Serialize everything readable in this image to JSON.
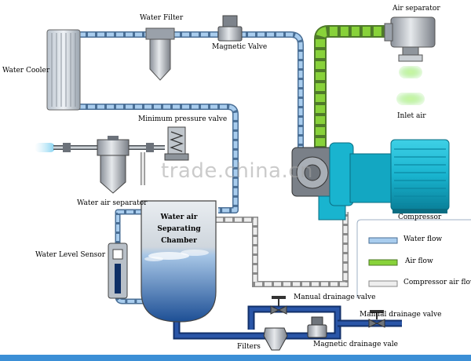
{
  "title": "",
  "labels": {
    "water_cooler": "Water Cooler",
    "water_filter": "Water Filter",
    "magnetic_valve": "Magnetic Valve",
    "air_separator": "Air separator",
    "inlet_air": "Inlet air",
    "minimum_pressure_valve": "Minimum pressure valve",
    "water_air_separator": "Water air separator",
    "chamber_line1": "Water air",
    "chamber_line2": "Separating",
    "chamber_line3": "Chamber",
    "water_level_sensor": "Water Level Sensor",
    "compressor": "Compressor",
    "manual_drainage_valve_1": "Manual drainage valve",
    "manual_drainage_valve_2": "Manual drainage valve",
    "filters": "Filters",
    "magnetic_drainage_valve": "Magnetic drainage vale"
  },
  "legend": [
    {
      "label": "Water flow",
      "kind": "water"
    },
    {
      "label": "Air flow",
      "kind": "air"
    },
    {
      "label": "Compressor air flow",
      "kind": "compressor-air"
    }
  ],
  "watermark": "trade.china.cn",
  "colors": {
    "water_pipe": "#8fb8de",
    "water_pipe_edge": "#4a6f96",
    "air_pipe": "#88d23a",
    "air_pipe_edge": "#4f7a2a",
    "compressor_pipe": "#e4e4e4",
    "compressor_pipe_edge": "#8a8a8a",
    "drain_pipe": "#1a3f86",
    "motor": "#19b4cf",
    "water": "#1d5ea8"
  }
}
